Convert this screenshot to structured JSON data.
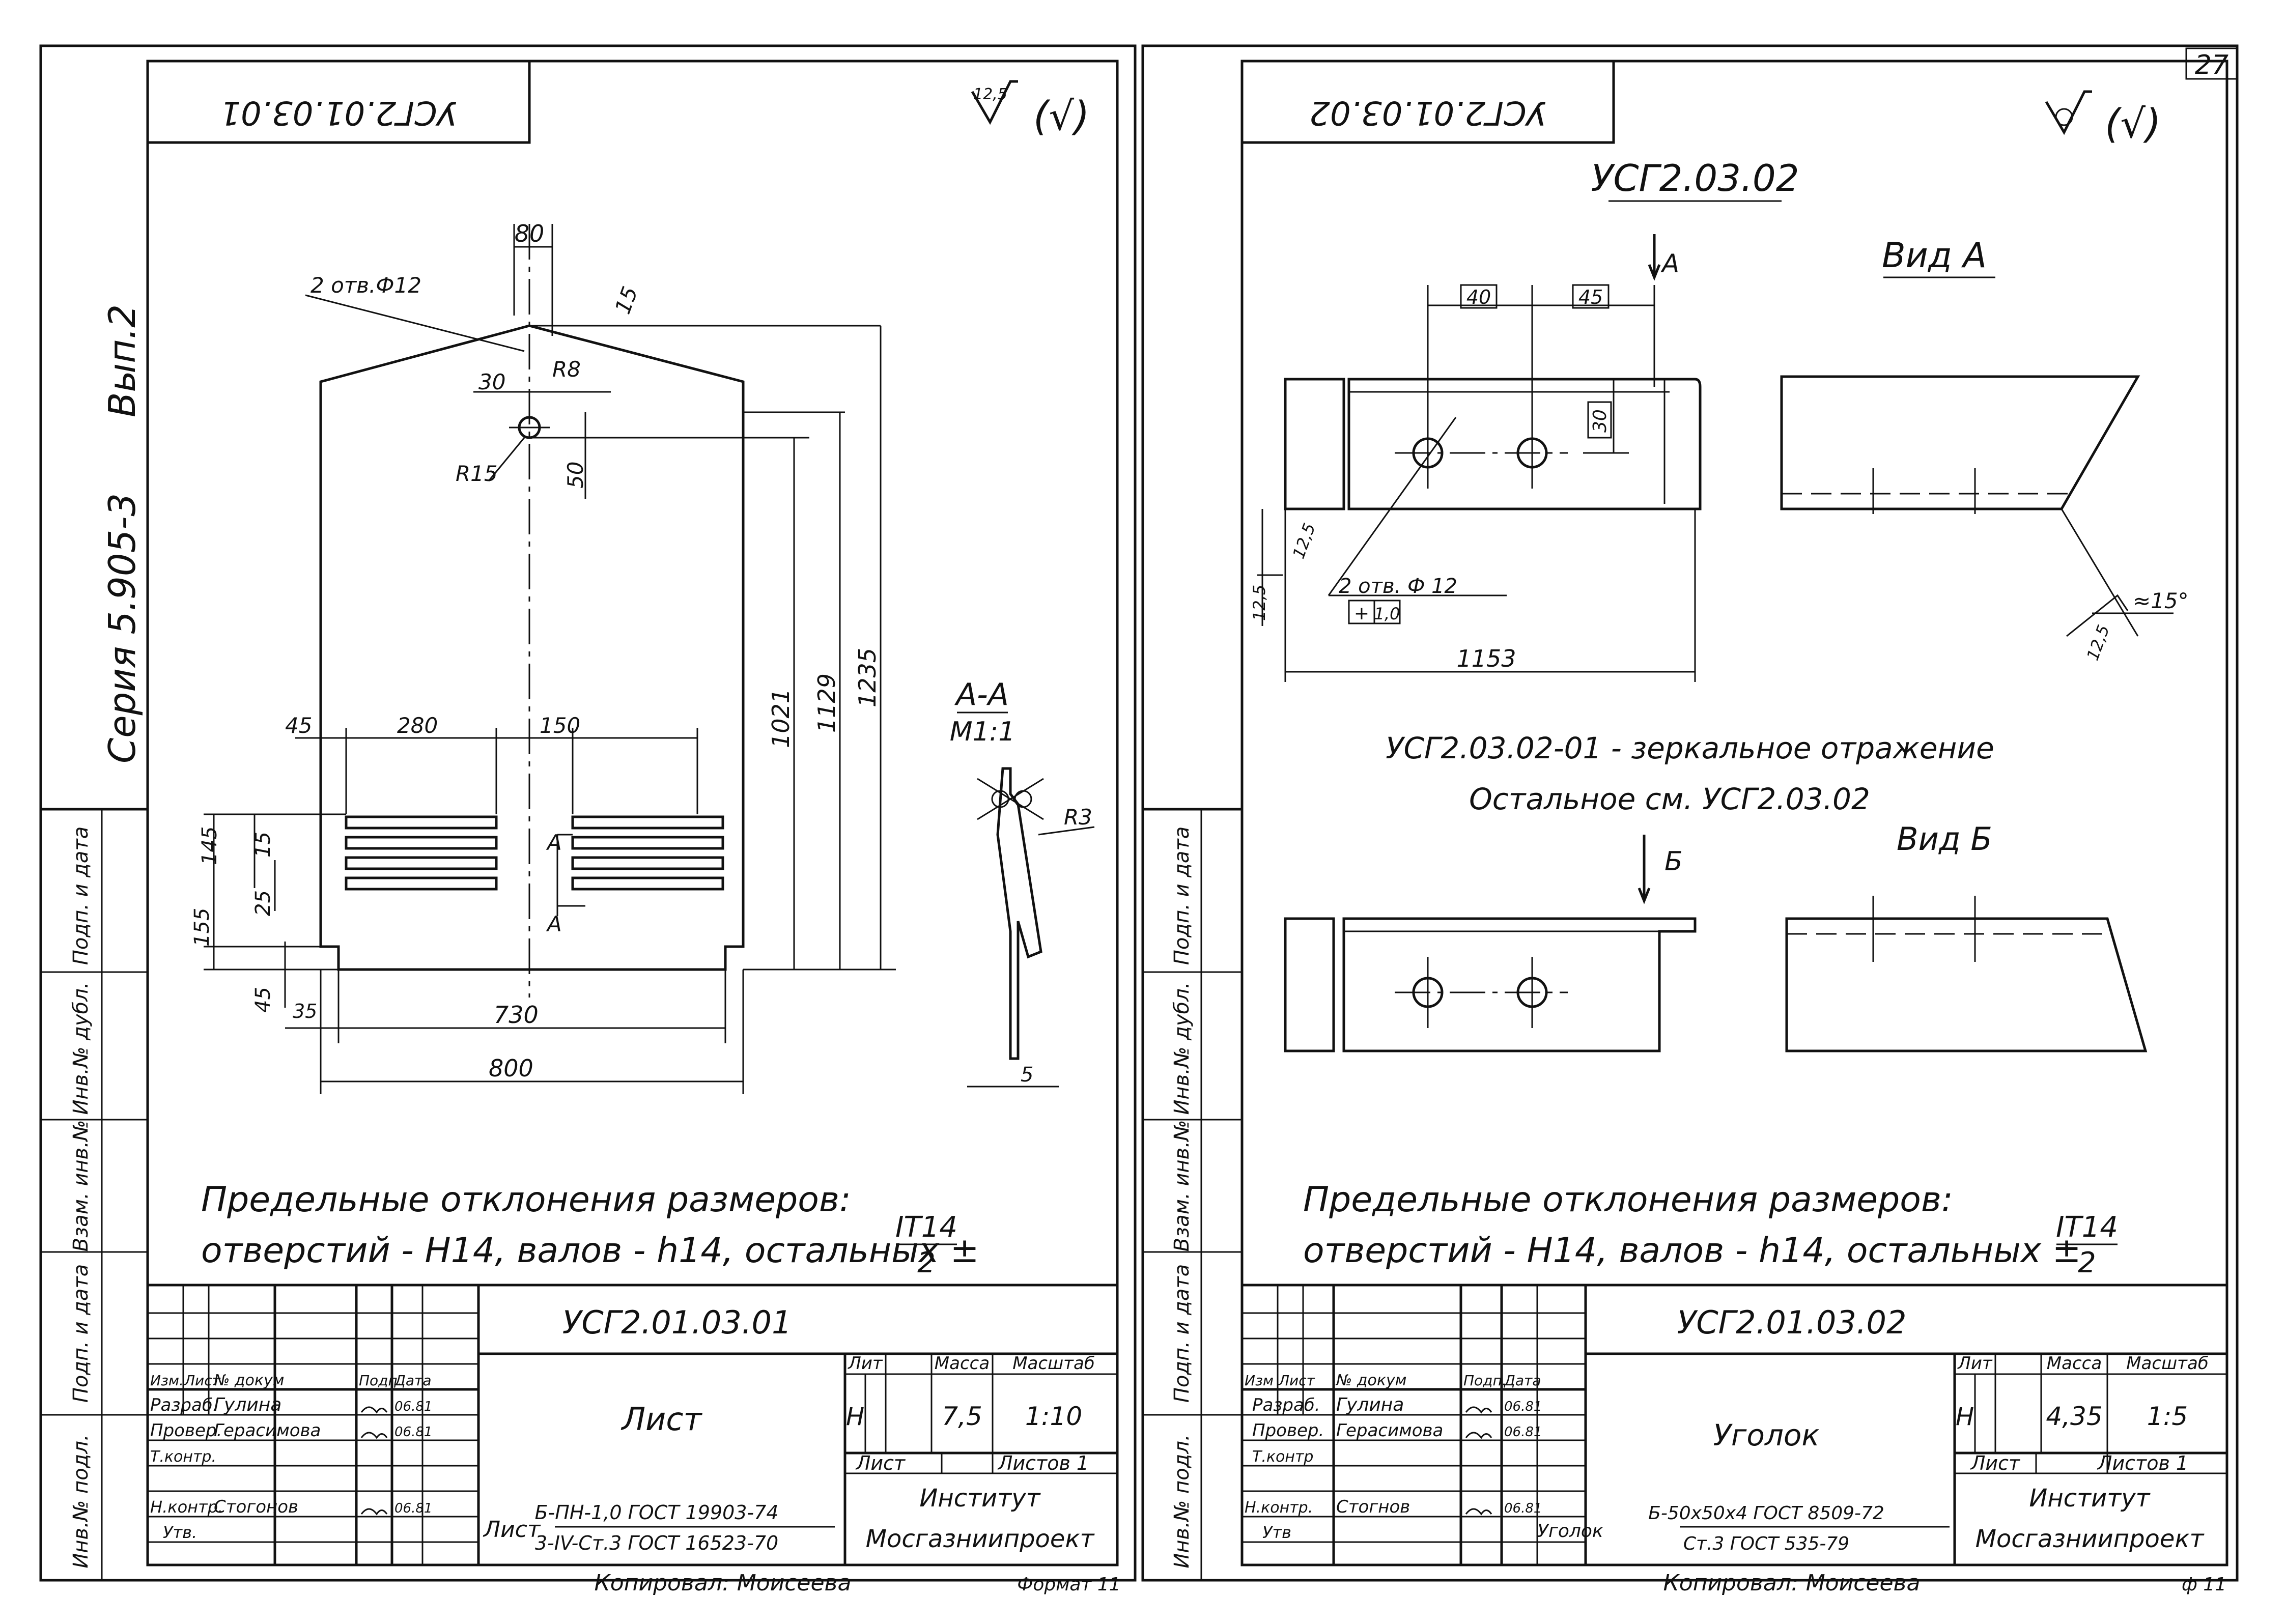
{
  "page_number": "27",
  "left_sheet": {
    "rotated_code": "УСГ2.01.03.01",
    "roughness_value": "12,5",
    "roughness_mark": "(√)",
    "series_label": "Серия 5.905-3",
    "issue_label": "Вып.2",
    "dims": {
      "top_width": "80",
      "holes_note": "2 отв.Ф12",
      "chamfer": "15",
      "radius_small": "R8",
      "offset_30": "30",
      "radius_15": "R15",
      "offset_50": "50",
      "h1": "1021",
      "h2": "1129",
      "h3": "1235",
      "left_45": "45",
      "slot_280": "280",
      "right_150": "150",
      "v145": "145",
      "v15": "15",
      "v155": "155",
      "v25": "25",
      "v45": "45",
      "w35": "35",
      "w730": "730",
      "w800": "800",
      "cut_a": "А",
      "cut_a2": "А"
    },
    "section_title": "А-А",
    "section_scale": "М1:1",
    "section_radius": "R3",
    "section_thickness": "5",
    "tolerance_line1": "Предельные отклонения размеров:",
    "tolerance_line2": "отверстий - Н14, валов - h14, остальных ±",
    "tolerance_fraction_num": "IT14",
    "tolerance_fraction_den": "2",
    "title_block": {
      "code": "УСГ2.01.03.01",
      "part_name": "Лист",
      "header_lit": "Лит",
      "header_mass": "Масса",
      "header_scale": "Масштаб",
      "lit": "Н",
      "mass": "7,5",
      "scale": "1:10",
      "sheet_label": "Лист",
      "sheets_label": "Листов 1",
      "rows": [
        {
          "role": "Изм.",
          "name": "Лист",
          "doc": "№ докум",
          "sign": "Подп.",
          "date": "Дата"
        },
        {
          "role": "Разраб.",
          "name": "Гулина",
          "doc": "",
          "sign": "",
          "date": "06.81"
        },
        {
          "role": "Провер.",
          "name": "Герасимова",
          "doc": "",
          "sign": "",
          "date": "06.81"
        },
        {
          "role": "Т.контр.",
          "name": "",
          "doc": "",
          "sign": "",
          "date": ""
        },
        {
          "role": "",
          "name": "",
          "doc": "",
          "sign": "",
          "date": ""
        },
        {
          "role": "Н.контр.",
          "name": "Стогонов",
          "doc": "",
          "sign": "",
          "date": "06.81"
        },
        {
          "role": "Утв.",
          "name": "",
          "doc": "",
          "sign": "",
          "date": ""
        }
      ],
      "material_prefix": "Лист",
      "material_line1": "Б-ПН-1,0 ГОСТ 19903-74",
      "material_line2": "3-IV-Ст.3 ГОСТ 16523-70",
      "org_line1": "Институт",
      "org_line2": "Мосгазниипроект"
    },
    "footer_copied": "Копировал: Моисеева",
    "footer_format": "Формат 11"
  },
  "right_sheet": {
    "rotated_code": "УСГ2.01.03.02",
    "roughness_mark": "(√)",
    "part_title": "УСГ2.03.02",
    "view_a_arrow": "А",
    "view_a_title": "Вид А",
    "dims": {
      "d40": "40",
      "d45": "45",
      "d30": "30",
      "d125a": "12,5",
      "d125b": "12,5",
      "holes_note": "2 отв. Ф 12",
      "position_tol": "+",
      "position_val": "1,0",
      "length": "1153",
      "angle": "≈15°",
      "d125c": "12,5"
    },
    "mirror_note": "УСГ2.03.02-01 - зеркальное отражение",
    "rest_note": "Остальное см. УСГ2.03.02",
    "view_b_arrow": "Б",
    "view_b_title": "Вид Б",
    "tolerance_line1": "Предельные отклонения размеров:",
    "tolerance_line2": "отверстий - Н14, валов - h14, остальных ±",
    "tolerance_fraction_num": "IT14",
    "tolerance_fraction_den": "2",
    "title_block": {
      "code": "УСГ2.01.03.02",
      "part_name": "Уголок",
      "header_lit": "Лит",
      "header_mass": "Масса",
      "header_scale": "Масштаб",
      "lit": "Н",
      "mass": "4,35",
      "scale": "1:5",
      "sheet_label": "Лист",
      "sheets_label": "Листов 1",
      "rows": [
        {
          "role": "Изм",
          "name": "Лист",
          "doc": "№ докум",
          "sign": "Подп.",
          "date": "Дата"
        },
        {
          "role": "Разраб.",
          "name": "Гулина",
          "doc": "",
          "sign": "",
          "date": "06.81"
        },
        {
          "role": "Провер.",
          "name": "Герасимова",
          "doc": "",
          "sign": "",
          "date": "06.81"
        },
        {
          "role": "Т.контр",
          "name": "",
          "doc": "",
          "sign": "",
          "date": ""
        },
        {
          "role": "",
          "name": "",
          "doc": "",
          "sign": "",
          "date": ""
        },
        {
          "role": "Н.контр.",
          "name": "Стогнов",
          "doc": "",
          "sign": "",
          "date": "06.81"
        },
        {
          "role": "Утв",
          "name": "",
          "doc": "",
          "sign": "",
          "date": ""
        }
      ],
      "material_prefix": "Уголок",
      "material_line1": "Б-50х50х4 ГОСТ 8509-72",
      "material_line2": "Ст.3 ГОСТ 535-79",
      "org_line1": "Институт",
      "org_line2": "Мосгазниипроект"
    },
    "footer_copied": "Копировал: Моисеева",
    "footer_format": "ф 11"
  },
  "margin_labels": [
    "Инв.№ подл.",
    "Подп. и дата",
    "Взам. инв.№",
    "Инв.№ дубл.",
    "Подп. и дата"
  ]
}
